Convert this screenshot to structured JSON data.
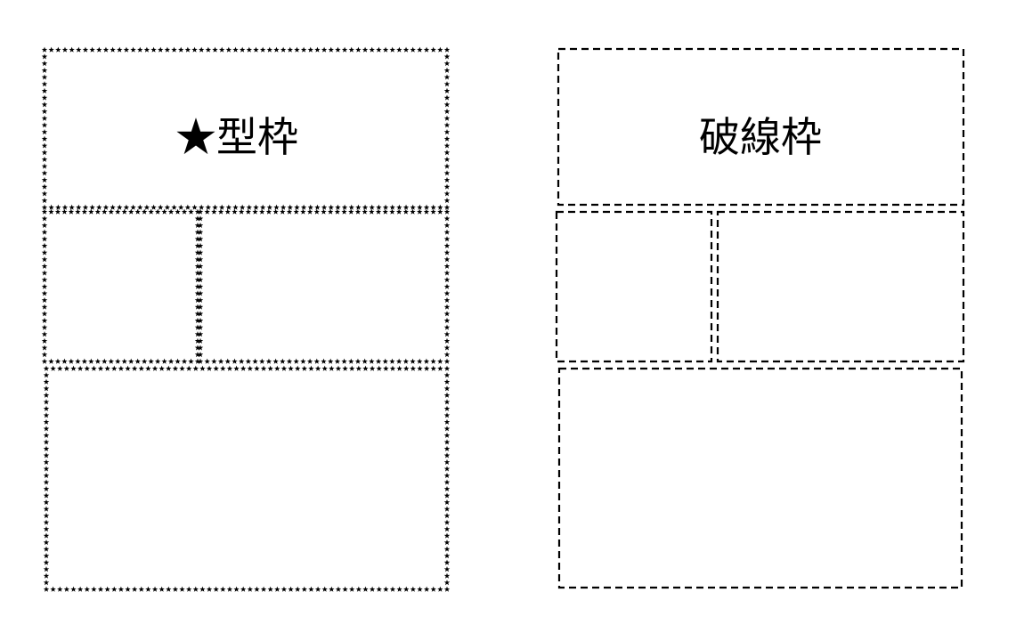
{
  "colors": {
    "background": "#ffffff",
    "stroke": "#000000"
  },
  "frames": [
    {
      "id": "star",
      "title": "★型枠",
      "border_style": "star",
      "panels": [
        "title-panel",
        "middle-left-panel",
        "middle-right-panel",
        "bottom-panel"
      ]
    },
    {
      "id": "dashed",
      "title": "破線枠",
      "border_style": "dashed",
      "panels": [
        "title-panel",
        "middle-left-panel",
        "middle-right-panel",
        "bottom-panel"
      ]
    }
  ]
}
